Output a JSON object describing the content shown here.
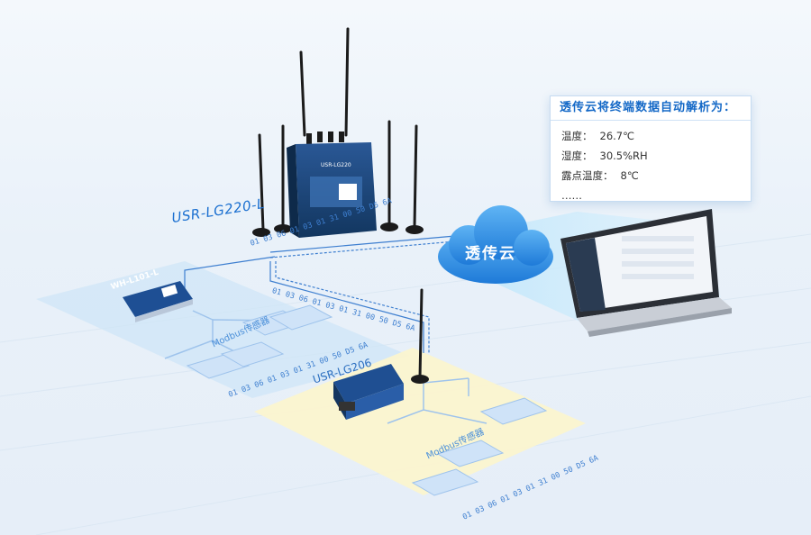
{
  "info_card": {
    "title": "透传云将终端数据自动解析为：",
    "rows": [
      {
        "label": "温度：",
        "value": "26.7℃"
      },
      {
        "label": "湿度：",
        "value": "30.5%RH"
      },
      {
        "label": "露点温度：",
        "value": "8℃"
      },
      {
        "label": "……",
        "value": ""
      }
    ]
  },
  "cloud": {
    "label": "透传云"
  },
  "gateway": {
    "label": "USR-LG220-L",
    "panel_text": "USR-LG220"
  },
  "lora_module": {
    "label": "WH-L101-L"
  },
  "lg206": {
    "label": "USR-LG206"
  },
  "sensors": {
    "group1_label": "Modbus传感器",
    "group2_label": "Modbus传感器"
  },
  "hex_streams": {
    "upper_right": "01 03 06 01 03 01 31 00 50 D5 6A",
    "upper_down": "01 03 06 01 03 01 31 00 50 D5 6A",
    "left_group": "01 03 06 01 03 01 31 00 50 D5 6A",
    "right_group": "01 03 06 01 03 01 31 00 50 D5 6A"
  },
  "colors": {
    "accent": "#1a6fd0",
    "cloud": "#2f8fe6",
    "zone_blue": "#cfe6f7",
    "zone_yellow": "#fbf4cf"
  }
}
